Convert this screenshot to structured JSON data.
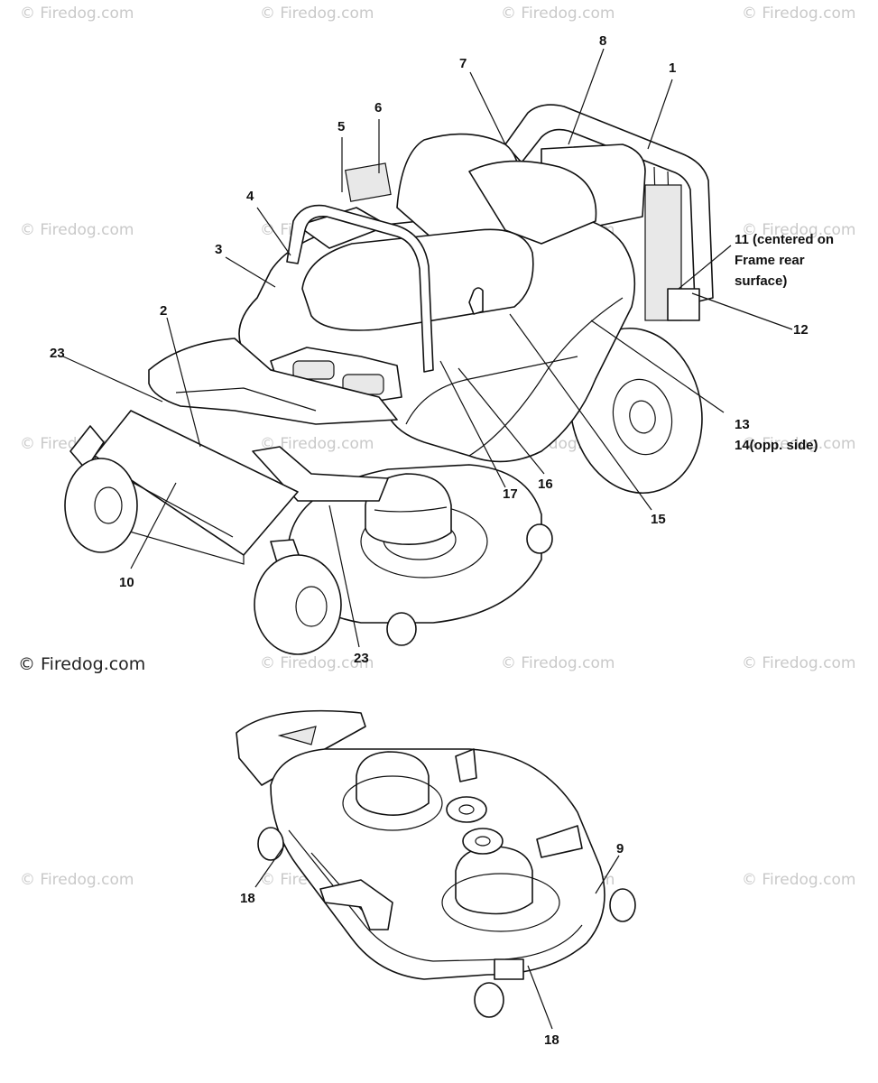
{
  "watermark_text": "© Firedog.com",
  "copyright": "© Firedog.com",
  "callouts": {
    "c1": "1",
    "c2": "2",
    "c3": "3",
    "c4": "4",
    "c5": "5",
    "c6": "6",
    "c7": "7",
    "c8": "8",
    "c9": "9",
    "c10": "10",
    "c11_line1": "11 (centered on",
    "c11_line2": "Frame rear",
    "c11_line3": "surface)",
    "c12": "12",
    "c13": "13",
    "c14": "14(opp. side)",
    "c15": "15",
    "c16": "16",
    "c17": "17",
    "c18a": "18",
    "c18b": "18",
    "c23a": "23",
    "c23b": "23"
  }
}
